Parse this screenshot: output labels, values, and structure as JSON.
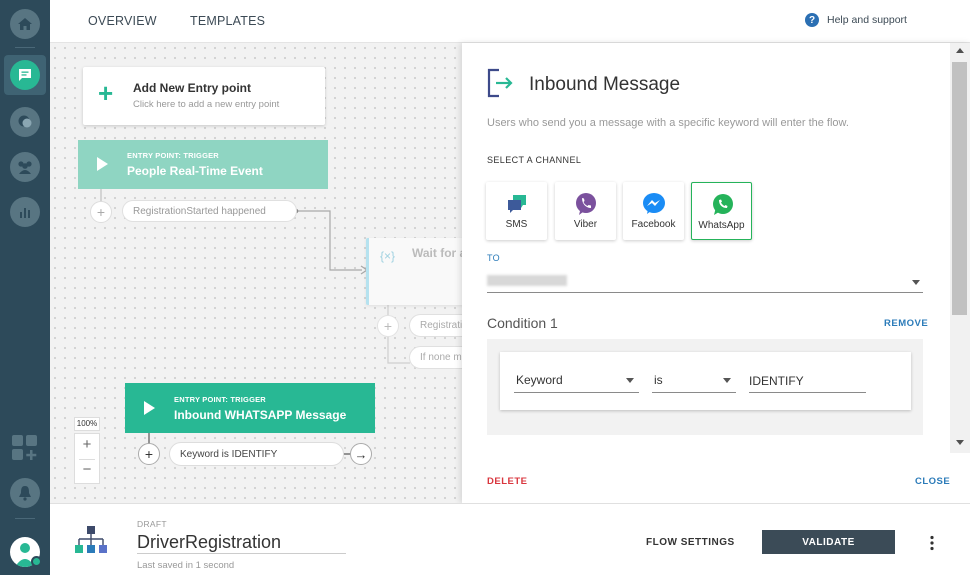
{
  "sidebar": {
    "items": [
      {
        "icon": "home-icon"
      },
      {
        "icon": "flow-icon",
        "active": true
      },
      {
        "icon": "conversations-icon"
      },
      {
        "icon": "people-icon"
      },
      {
        "icon": "analytics-icon"
      },
      {
        "icon": "apps-add-icon"
      },
      {
        "icon": "bell-icon"
      },
      {
        "icon": "user-avatar-icon"
      }
    ]
  },
  "header": {
    "tabs": [
      {
        "label": "OVERVIEW"
      },
      {
        "label": "TEMPLATES"
      }
    ],
    "help_label": "Help and support"
  },
  "canvas": {
    "add_entry": {
      "title": "Add New Entry point",
      "subtitle": "Click here to add a new entry point"
    },
    "trigger1": {
      "kicker": "ENTRY POINT: TRIGGER",
      "title": "People Real-Time Event",
      "event_label": "RegistrationStarted happened"
    },
    "wait_node": {
      "label": "Wait for a",
      "pill1": "Registrati",
      "pill2": "If none m"
    },
    "trigger2": {
      "kicker": "ENTRY POINT: TRIGGER",
      "title": "Inbound WHATSAPP Message",
      "condition_label": "Keyword is IDENTIFY"
    },
    "zoom": {
      "level": "100%",
      "plus": "+",
      "minus": "−"
    }
  },
  "panel": {
    "title": "Inbound Message",
    "description": "Users who send you a message with a specific keyword will enter the flow.",
    "channel_heading": "SELECT A CHANNEL",
    "channels": [
      {
        "label": "SMS",
        "color": "#2e8bbf"
      },
      {
        "label": "Viber",
        "color": "#7b519d"
      },
      {
        "label": "Facebook",
        "color": "#1a8cf5"
      },
      {
        "label": "WhatsApp",
        "color": "#25b35a",
        "selected": true
      }
    ],
    "to_label": "TO",
    "condition": {
      "title": "Condition 1",
      "remove_label": "REMOVE",
      "field": "Keyword",
      "operator": "is",
      "value": "IDENTIFY"
    },
    "delete_label": "DELETE",
    "close_label": "CLOSE"
  },
  "footer": {
    "status": "DRAFT",
    "flow_name": "DriverRegistration",
    "last_saved": "Last saved in 1 second",
    "flow_settings_label": "FLOW SETTINGS",
    "validate_label": "VALIDATE"
  },
  "colors": {
    "sidebar_bg": "#2d4a5a",
    "trigger_teal": "#28b894",
    "trigger_teal_faded": "#8fd5c2",
    "link_blue": "#2b7bb9",
    "danger_red": "#d9363e",
    "validate_bg": "#3b4b57"
  }
}
